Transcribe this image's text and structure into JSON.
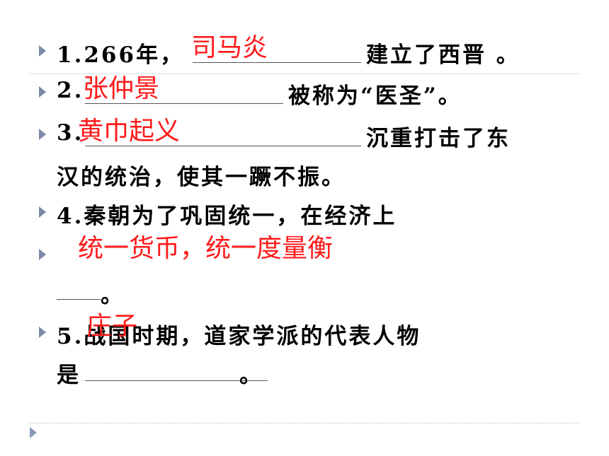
{
  "q1": {
    "prefix": "1.266年，",
    "suffix": "建立了西晋 。",
    "answer": "司马炎"
  },
  "q2": {
    "prefix": "2.",
    "suffix": "被称为“医圣”。",
    "answer": "张仲景"
  },
  "q3": {
    "prefix": "3.",
    "suffix": "沉重打击了东",
    "line2": "汉的统治，使其一蹶不振。",
    "answer": "黄巾起义"
  },
  "q4": {
    "prefix": "4.秦朝为了巩固统一，在经济上",
    "answer": "统一货币，统一度量衡",
    "end": "。"
  },
  "q5": {
    "prefix": "5.战国时期，道家学派的代表人物",
    "line2_prefix": "是",
    "line2_suffix": "。",
    "answer": "庄子"
  }
}
